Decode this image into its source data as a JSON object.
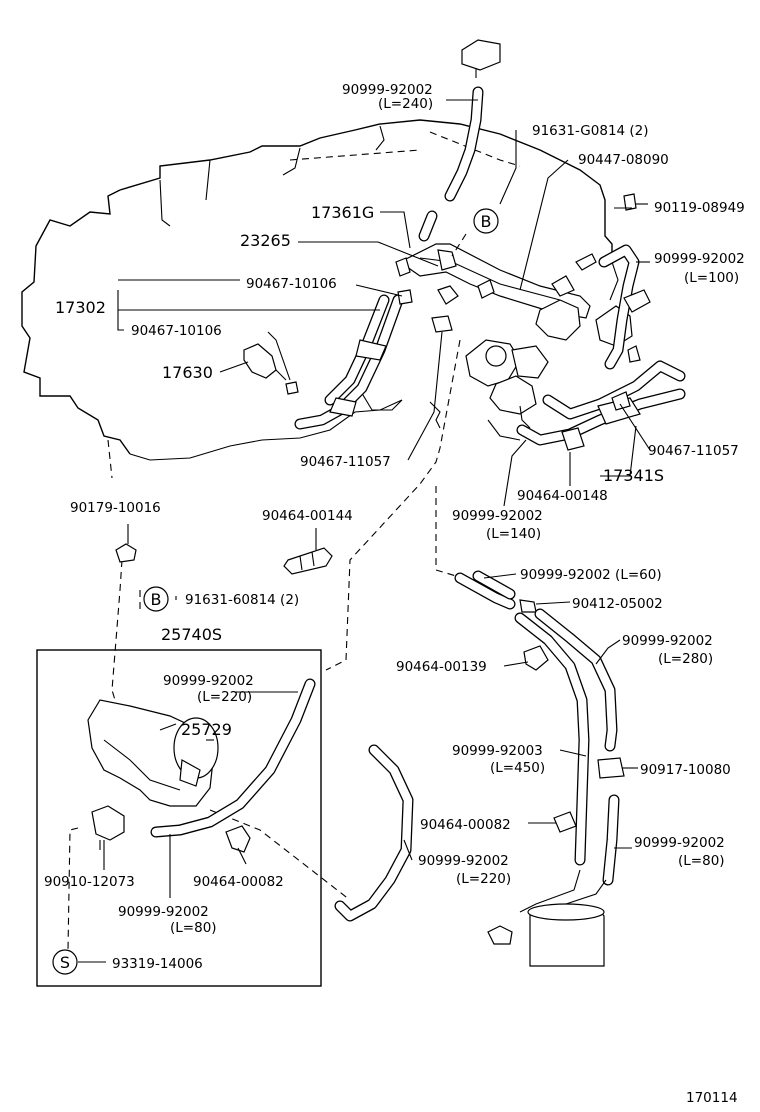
{
  "footer_code": "170114",
  "callouts": {
    "p_b_marker_top": "B",
    "p_b_marker_left": "B",
    "p_s_marker": "S"
  },
  "labels": {
    "l01a": "90999-92002",
    "l01b": "(L=240)",
    "l02": "91631-G0814 (2)",
    "l03": "90447-08090",
    "l04": "17361G",
    "l05": "90119-08949",
    "l06": "23265",
    "l07a": "90999-92002",
    "l07b": "(L=100)",
    "l08": "90467-10106",
    "l09": "17302",
    "l10": "90467-10106",
    "l11": "17630",
    "l12": "90467-11057",
    "l13": "90467-11057",
    "l14": "17341S",
    "l15": "90464-00148",
    "l16a": "90999-92002",
    "l16b": "(L=140)",
    "l17": "90179-10016",
    "l18": "90464-00144",
    "l19": "91631-60814 (2)",
    "l20": "25740S",
    "l21a": "90999-92002",
    "l21b": "(L=220)",
    "l22": "25729",
    "l23": "90999-92002 (L=60)",
    "l24": "90412-05002",
    "l25a": "90999-92002",
    "l25b": "(L=280)",
    "l26": "90464-00139",
    "l27a": "90999-92003",
    "l27b": "(L=450)",
    "l28": "90917-10080",
    "l29": "90464-00082",
    "l30a": "90999-92002",
    "l30b": "(L=80)",
    "l31a": "90999-92002",
    "l31b": "(L=220)",
    "l32": "90910-12073",
    "l33": "90464-00082",
    "l34a": "90999-92002",
    "l34b": "(L=80)",
    "l35": "93319-14006"
  }
}
